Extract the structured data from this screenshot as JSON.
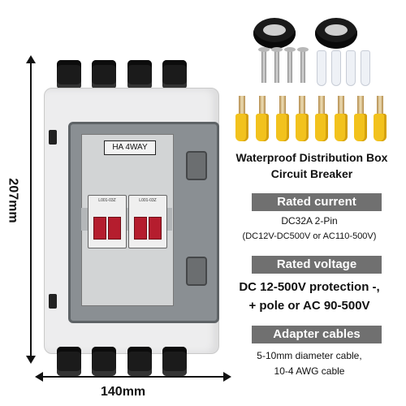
{
  "dimensions": {
    "height_label": "207mm",
    "width_label": "140mm"
  },
  "box": {
    "label": "HA 4WAY",
    "breaker_tag": "L001-03Z"
  },
  "product": {
    "title_line1": "Waterproof Distribution Box",
    "title_line2": "Circuit Breaker"
  },
  "specs": {
    "current": {
      "heading": "Rated current",
      "line1": "DC32A 2-Pin",
      "line2": "(DC12V-DC500V or AC110-500V)"
    },
    "voltage": {
      "heading": "Rated voltage",
      "line1": "DC 12-500V protection -,",
      "line2": "+ pole or AC 90-500V"
    },
    "cables": {
      "heading": "Adapter cables",
      "line1": "5-10mm diameter cable,",
      "line2": "10-4 AWG cable"
    }
  },
  "colors": {
    "banner": "#707070",
    "breaker_toggle": "#b51d2e",
    "terminal_sleeve": "#f2c21d"
  }
}
